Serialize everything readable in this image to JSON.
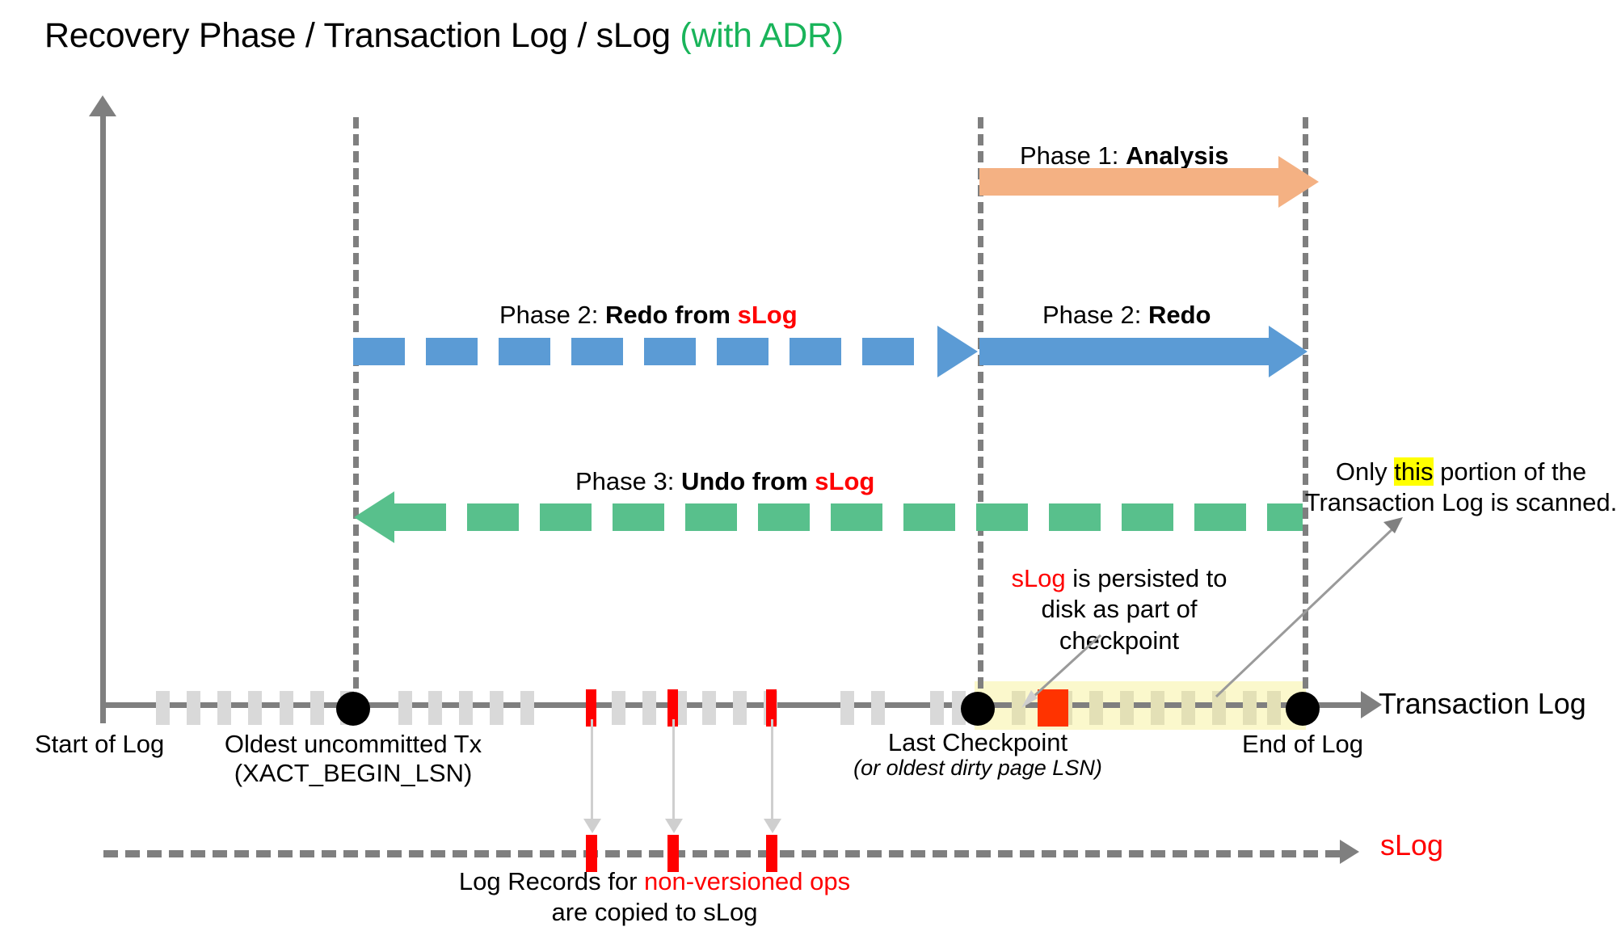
{
  "title": {
    "main": "Recovery Phase / Transaction Log / sLog ",
    "accent": "(with ADR)",
    "accent_color": "#19b45a"
  },
  "colors": {
    "analysis": "#f4b183",
    "redo": "#5b9bd5",
    "undo": "#58c08c",
    "slog_red": "#ff0000",
    "axis_gray": "#7f7f7f",
    "tick_gray": "#d9d9d9",
    "scan_highlight": "#fbf8cc",
    "text_highlight": "#ffff00"
  },
  "phases": [
    {
      "id": "analysis",
      "prefix": "Phase 1: ",
      "name": "Analysis",
      "suffix": "",
      "direction": "right",
      "style": "solid",
      "color": "#f4b183"
    },
    {
      "id": "redo-from-slog",
      "prefix": "Phase 2: ",
      "name": "Redo from ",
      "suffix": "sLog",
      "direction": "right",
      "style": "dashed",
      "color": "#5b9bd5"
    },
    {
      "id": "redo",
      "prefix": "Phase 2: ",
      "name": "Redo",
      "suffix": "",
      "direction": "right",
      "style": "solid",
      "color": "#5b9bd5"
    },
    {
      "id": "undo-from-slog",
      "prefix": "Phase 3: ",
      "name": "Undo from ",
      "suffix": "sLog",
      "direction": "left",
      "style": "dashed",
      "color": "#58c08c"
    }
  ],
  "timeline": {
    "axis_label": "Transaction Log",
    "markers": [
      {
        "id": "start-of-log",
        "label": "Start of Log",
        "sub": ""
      },
      {
        "id": "oldest-uncommitted-tx",
        "label": "Oldest uncommitted Tx",
        "sub": "(XACT_BEGIN_LSN)"
      },
      {
        "id": "last-checkpoint",
        "label": "Last Checkpoint",
        "sub": "(or oldest dirty page LSN)"
      },
      {
        "id": "end-of-log",
        "label": "End of Log",
        "sub": ""
      }
    ]
  },
  "slog_track": {
    "label": "sLog",
    "caption_line1_pre": "Log Records for ",
    "caption_line1_red": "non-versioned ops",
    "caption_line2": "are copied to sLog"
  },
  "annotations": [
    {
      "id": "slog-persisted",
      "line1_red": "sLog",
      "line1_rest": " is persisted to",
      "line2": "disk as part of",
      "line3": "checkpoint"
    },
    {
      "id": "scanned-portion",
      "line1_pre": "Only ",
      "line1_hl": "this",
      "line1_post": " portion of the",
      "line2": "Transaction Log is scanned."
    }
  ]
}
